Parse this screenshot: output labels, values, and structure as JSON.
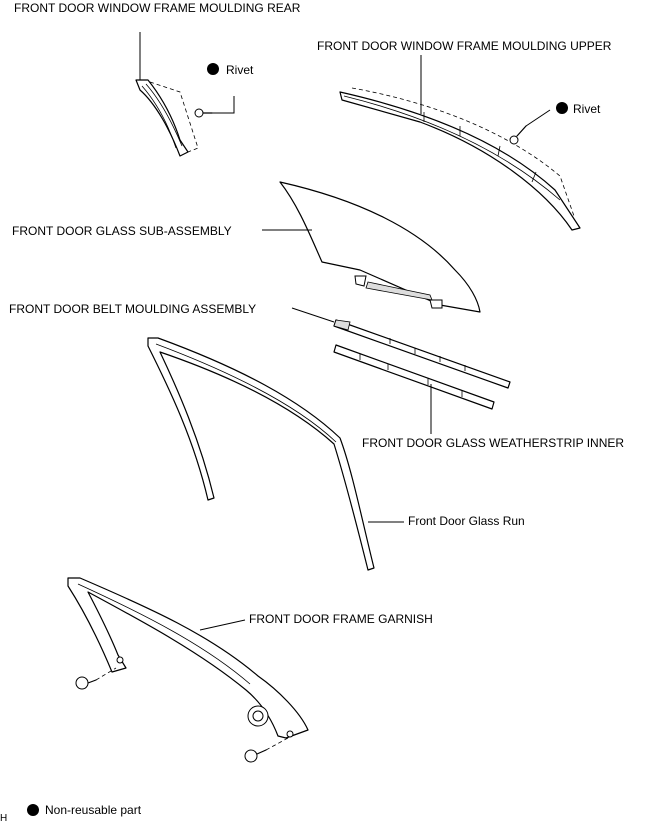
{
  "labels": {
    "moulding_rear": "FRONT DOOR WINDOW FRAME MOULDING REAR",
    "moulding_upper": "FRONT DOOR WINDOW FRAME MOULDING UPPER",
    "rivet_1": "Rivet",
    "rivet_2": "Rivet",
    "glass_sub_assembly": "FRONT DOOR GLASS SUB-ASSEMBLY",
    "belt_moulding": "FRONT DOOR BELT MOULDING ASSEMBLY",
    "weatherstrip_inner": "FRONT DOOR GLASS WEATHERSTRIP INNER",
    "glass_run": "Front Door Glass Run",
    "frame_garnish": "FRONT DOOR FRAME GARNISH"
  },
  "legend": {
    "non_reusable": "Non-reusable part"
  },
  "corner_code": "H"
}
